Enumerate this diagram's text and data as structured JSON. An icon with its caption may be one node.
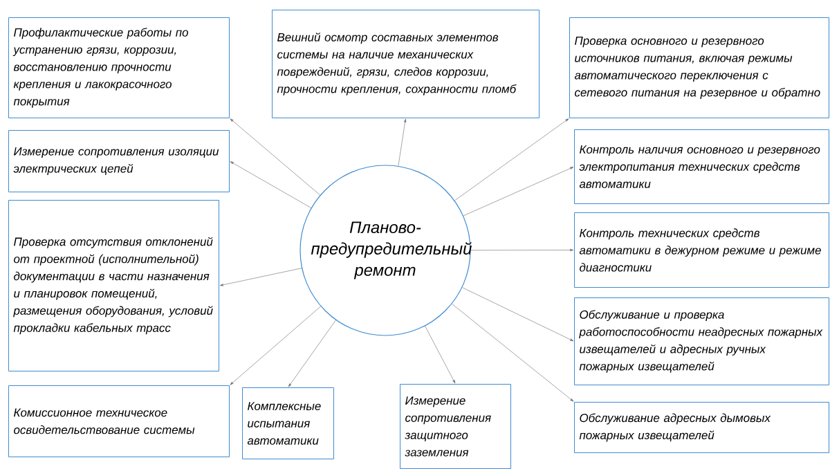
{
  "diagram": {
    "nodes": [
      {
        "text": [
          "Планово-предупредительный ремонт"
        ]
      },
      {
        "text": [
          "Профилактические работы по устранению грязи, коррозии, восстановлению прочности крепления и лакокрасочного покрытия"
        ]
      },
      {
        "text": [
          "Измерение сопротивления изоляции электрических цепей"
        ]
      },
      {
        "text": [
          "Проверка отсутствия отклонений от проектной (исполнительной) документации в части назначения и планировок помещений, размещения оборудования, условий прокладки кабельных трасс"
        ]
      },
      {
        "text": [
          "Комиссионное техническое освидетельствование системы"
        ]
      },
      {
        "text": [
          "Комплексные испытания автоматики"
        ]
      },
      {
        "text": [
          "Измерение сопротивления защитного заземления"
        ]
      },
      {
        "text": [
          "Вешний осмотр составных элементов системы на наличие механических повреждений, грязи, следов коррозии, прочности крепления, сохранности пломб"
        ]
      },
      {
        "text": [
          "Проверка основного и резервного источников питания, включая режимы автоматического переключения с сетевого питания на резервное и обратно"
        ]
      },
      {
        "text": [
          "Контроль наличия основного и резервного электропитания технических средств автоматики"
        ]
      },
      {
        "text": [
          "Контроль технических средств автоматики в дежурном режиме и режиме диагностики"
        ]
      },
      {
        "text": [
          "Обслуживание и проверка работоспособности неадресных пожарных извещателей и адресных ручных пожарных извещателей"
        ]
      },
      {
        "text": [
          "Обслуживание адресных дымовых пожарных извещателей"
        ]
      }
    ],
    "edges": [
      {
        "from": 0,
        "to": 1,
        "arrow": "to"
      },
      {
        "from": 0,
        "to": 2,
        "arrow": "to"
      },
      {
        "from": 0,
        "to": 3,
        "arrow": "to"
      },
      {
        "from": 0,
        "to": 4,
        "arrow": "to"
      },
      {
        "from": 0,
        "to": 5,
        "arrow": "to"
      },
      {
        "from": 0,
        "to": 6,
        "arrow": "to"
      },
      {
        "from": 0,
        "to": 7,
        "arrow": "to"
      },
      {
        "from": 0,
        "to": 8,
        "arrow": "to"
      },
      {
        "from": 0,
        "to": 9,
        "arrow": "to"
      },
      {
        "from": 0,
        "to": 10,
        "arrow": "to"
      },
      {
        "from": 0,
        "to": 11,
        "arrow": "to"
      },
      {
        "from": 0,
        "to": 12,
        "arrow": "to"
      }
    ]
  }
}
